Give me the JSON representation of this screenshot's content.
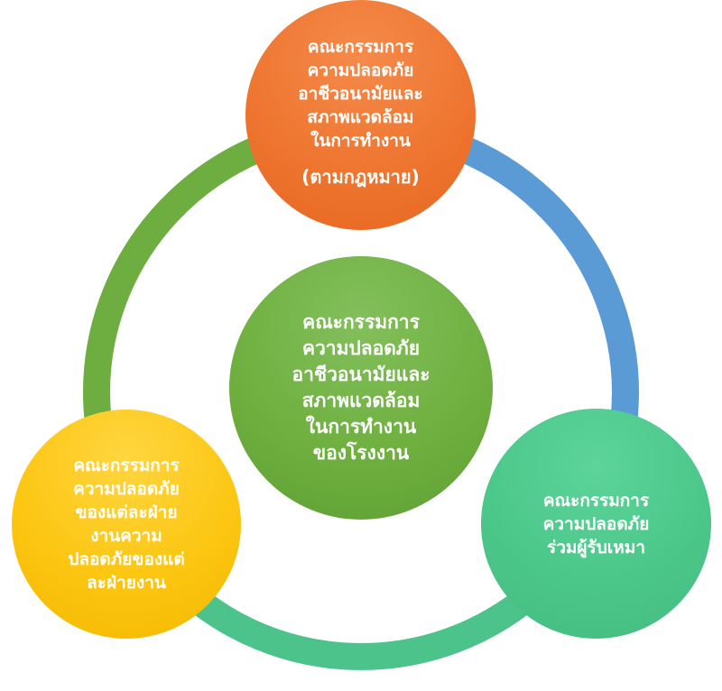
{
  "colors": {
    "ring_left": "#6ead3f",
    "ring_right": "#5b9bd5",
    "ring_bottom": "#4cc38a",
    "node_top": "#ee7630",
    "node_center": "#6fb040",
    "node_left": "#fcc612",
    "node_right": "#4cc78a",
    "text": "#ffffff"
  },
  "nodes": {
    "center": {
      "lines": [
        "คณะกรรมการ",
        "ความปลอดภัย",
        "อาชีวอนามัยและ",
        "สภาพแวดล้อม",
        "ในการทำงาน",
        "ของโรงงาน"
      ]
    },
    "top": {
      "lines": [
        "คณะกรรมการ",
        "ความปลอดภัย",
        "อาชีวอนามัยและ",
        "สภาพแวดล้อม",
        "ในการทำงาน"
      ],
      "note": "(ตามกฎหมาย)"
    },
    "left": {
      "lines": [
        "คณะกรรมการ",
        "ความปลอดภัย",
        "ของแต่ละฝ่าย",
        "งานความ",
        "ปลอดภัยของแต่",
        "ละฝ่ายงาน"
      ]
    },
    "right": {
      "lines": [
        "คณะกรรมการ",
        "ความปลอดภัย",
        "ร่วมผู้รับเหมา"
      ]
    }
  }
}
